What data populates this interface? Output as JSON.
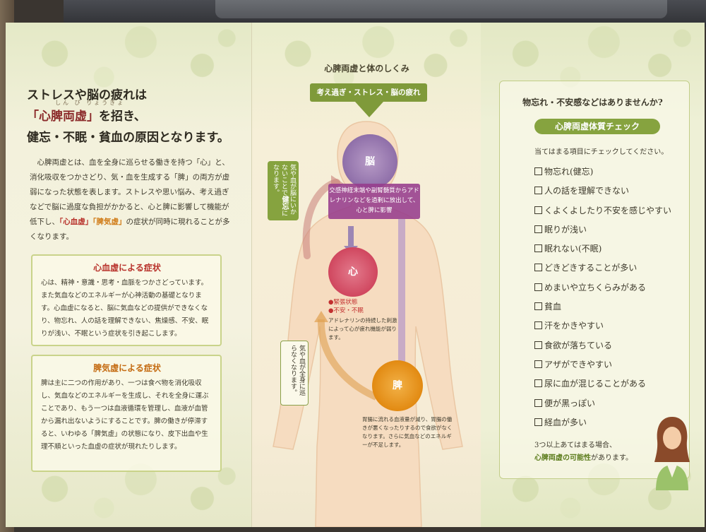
{
  "left": {
    "ruby": "しん ぴ りょうきょ",
    "headline_line1": "ストレスや脳の疲れは",
    "headline_em": "「心脾両虚」",
    "headline_line2_rest": "を招き、",
    "headline_line3": "健忘・不眠・貧血の原因となります。",
    "intro_part1": "心脾両虚とは、血を全身に巡らせる働きを持つ「心」と、消化吸収をつかさどり、気・血を生成する「脾」の両方が虚弱になった状態を表します。ストレスや思い悩み、考え過ぎなどで脳に過度な負担がかかると、心と脾に影響して機能が低下し、",
    "intro_em1": "「心血虚」",
    "intro_em2": "「脾気虚」",
    "intro_part2": "の症状が同時に現れることが多くなります。",
    "box1_title": "心血虚による症状",
    "box1_body": "心は、精神・意識・思考・血脈をつかさどっています。また気血などのエネルギーが心神活動の基礎となります。心血虚になると、脳に気血などの提供ができなくなり、物忘れ、人の話を理解できない、焦燥感、不安、眠りが浅い、不眠という症状を引き起こします。",
    "box2_title": "脾気虚による症状",
    "box2_body": "脾は主に二つの作用があり、一つは食べ物を消化吸収し、気血などのエネルギーを生成し、それを全身に運ぶことであり、もう一つは血液循環を管理し、血液が血管から漏れ出ないようにすることです。脾の働きが停滞すると、いわゆる「脾気虚」の状態になり、皮下出血や生理不順といった血虚の症状が現れたりします。"
  },
  "middle": {
    "title": "心脾両虚と体のしくみ",
    "trigger": "考え過ぎ・ストレス・脳の疲れ",
    "brain": "脳",
    "heart": "心",
    "spleen": "脾",
    "purple_box": "交感神経末端や副腎髄質からアドレナリンなどを過剰に放出して、心と脾に影響",
    "green_tag_part1": "気や血が脳にいかないことで",
    "green_tag_em": "健忘",
    "green_tag_part2": "になります。",
    "outline_tag": "気や血が全身に巡らなくなります。",
    "heart_status1": "●緊張状態",
    "heart_status2": "●不安・不眠",
    "heart_note": "アドレナリンの持続した刺激によって心が疲れ機能が弱ります。",
    "spleen_note": "胃腸に流れる血液量が減り、胃腸の働きが悪くなったりするので食欲がなくなります。さらに気血などのエネルギーが不足します。"
  },
  "right": {
    "question": "物忘れ・不安感などはありませんか?",
    "title": "心脾両虚体質チェック",
    "instruction": "当てはまる項目にチェックしてください。",
    "items": [
      "物忘れ(健忘)",
      "人の話を理解できない",
      "くよくよしたり不安を感じやすい",
      "眠りが浅い",
      "眠れない(不眠)",
      "どきどきすることが多い",
      "めまいや立ちくらみがある",
      "貧血",
      "汗をかきやすい",
      "食欲が落ちている",
      "アザができやすい",
      "尿に血が混じることがある",
      "便が黒っぽい",
      "経血が多い"
    ],
    "result_line1": "3つ以上あてはまる場合、",
    "result_em": "心脾両虚の可能性",
    "result_rest": "があります。"
  },
  "colors": {
    "accent_green": "#86a33f",
    "brain_purple": "#8f6fa9",
    "heart_red": "#d0475f",
    "spleen_orange": "#e28a12"
  }
}
